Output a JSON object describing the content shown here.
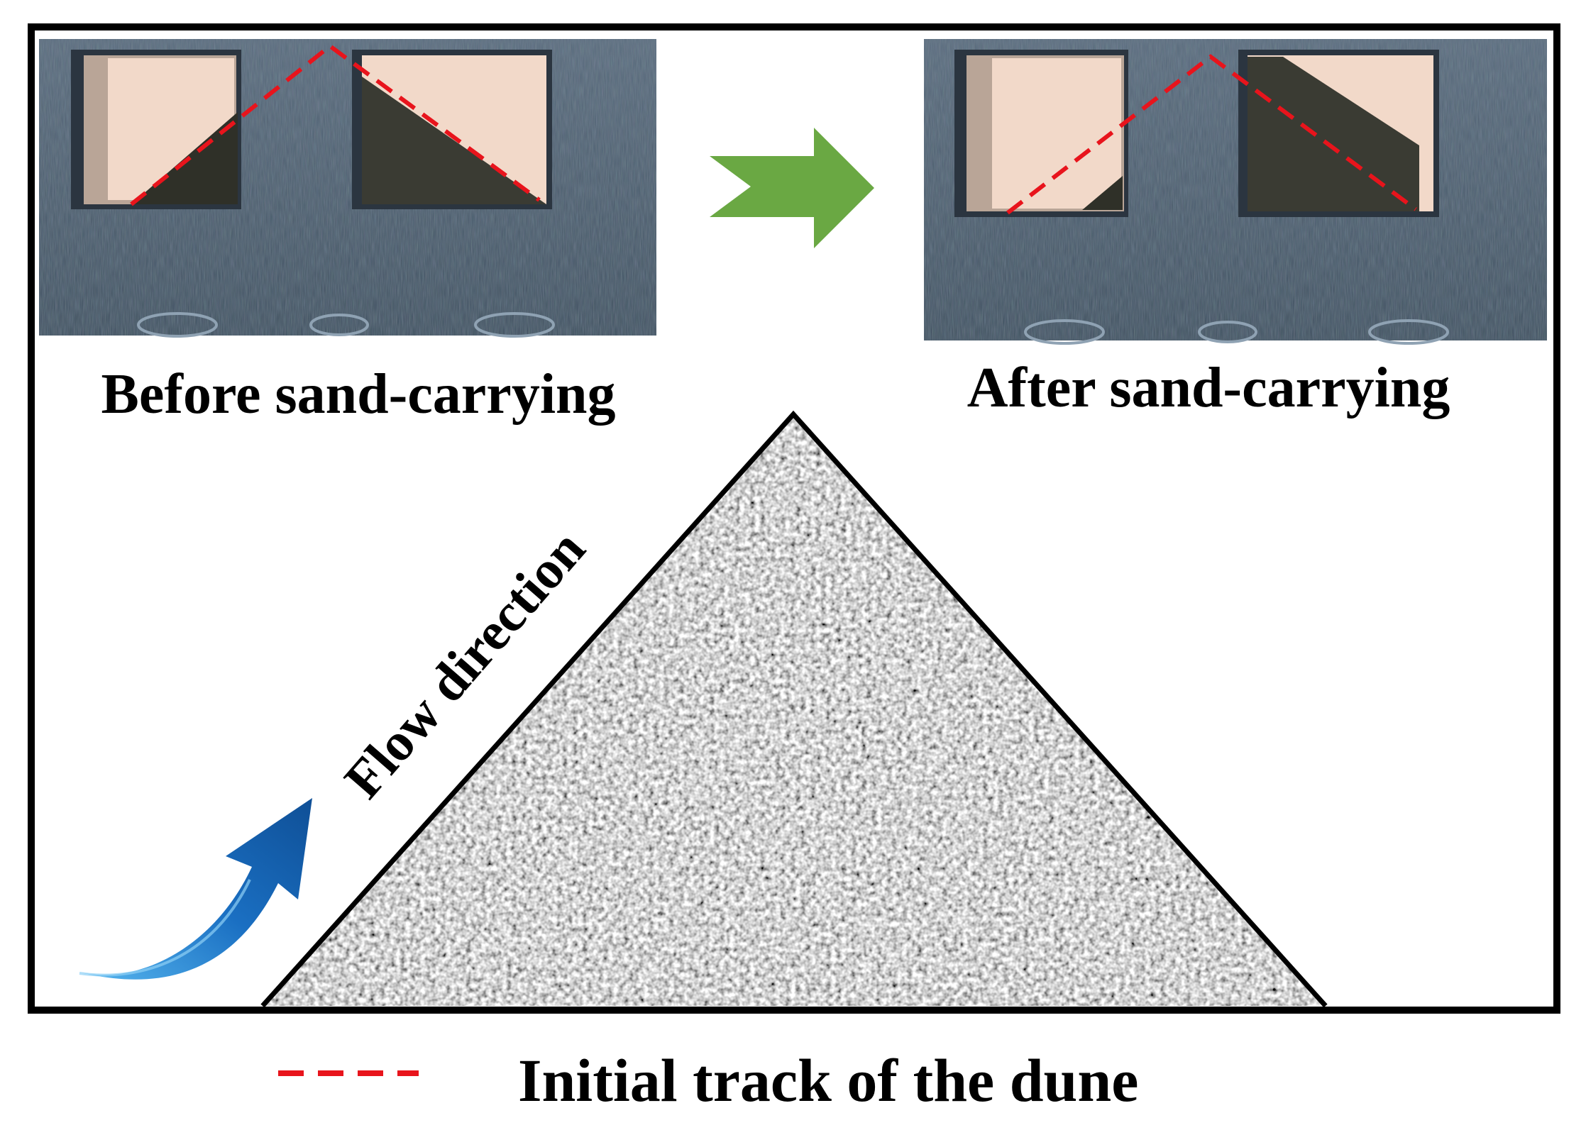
{
  "panels": {
    "before": {
      "caption": "Before sand-carrying"
    },
    "after": {
      "caption": "After sand-carrying"
    }
  },
  "flow_label": "Flow direction",
  "legend": {
    "label": "Initial track of the dune"
  },
  "colors": {
    "track_line": "#e8141c",
    "progress_arrow": "#6aa843",
    "flow_arrow": "#1a6fc2",
    "dune_outline": "#000000",
    "frame": "#000000",
    "channel_wall": "#4a5c6c",
    "window_bg": "#f3d9c8"
  },
  "icons": {
    "progress_arrow": "chevron-right-arrow-icon",
    "flow_arrow": "curved-arrow-icon"
  }
}
